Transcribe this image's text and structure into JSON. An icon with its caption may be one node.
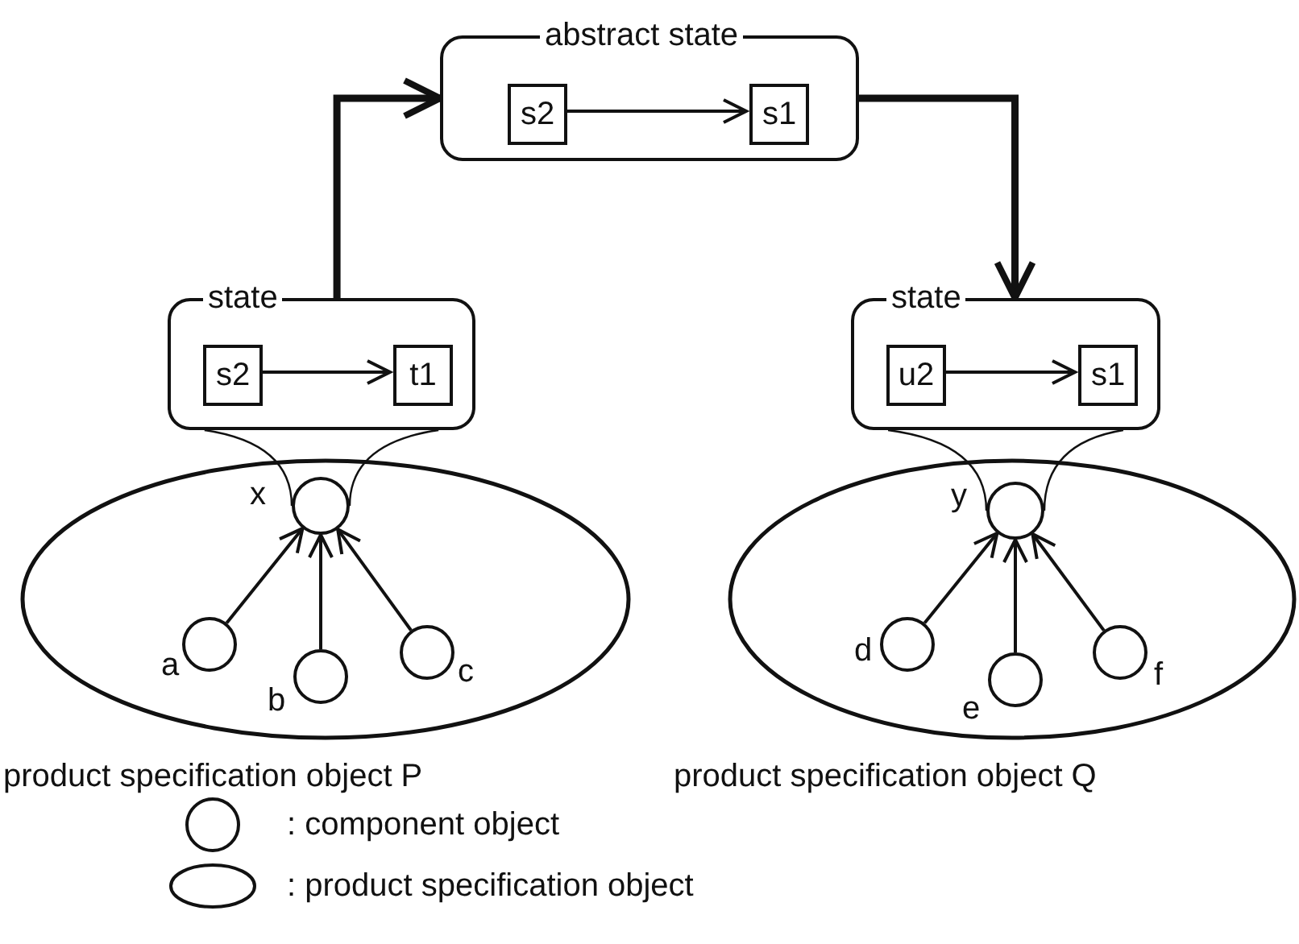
{
  "diagram": {
    "nodes": [
      {
        "text": [
          "abstract state"
        ]
      },
      {
        "text": [
          "s2"
        ],
        "in": 0
      },
      {
        "text": [
          "s1"
        ],
        "in": 0
      },
      {
        "text": [
          "state"
        ]
      },
      {
        "text": [
          "s2"
        ],
        "in": 3
      },
      {
        "text": [
          "t1"
        ],
        "in": 3
      },
      {
        "text": [
          "state"
        ]
      },
      {
        "text": [
          "u2"
        ],
        "in": 6
      },
      {
        "text": [
          "s1"
        ],
        "in": 6
      },
      {
        "text": [
          "product specification object P"
        ]
      },
      {
        "text": [],
        "shape": "circle",
        "beside": [
          "x"
        ],
        "in": 9
      },
      {
        "text": [],
        "shape": "circle",
        "beside": [
          "a"
        ],
        "in": 9
      },
      {
        "text": [],
        "shape": "circle",
        "beside": [
          "b"
        ],
        "in": 9
      },
      {
        "text": [],
        "shape": "circle",
        "beside": [
          "c"
        ],
        "in": 9
      },
      {
        "text": [
          "product specification object Q"
        ]
      },
      {
        "text": [],
        "shape": "circle",
        "beside": [
          "y"
        ],
        "in": 14
      },
      {
        "text": [],
        "shape": "circle",
        "beside": [
          "d"
        ],
        "in": 14
      },
      {
        "text": [],
        "shape": "circle",
        "beside": [
          "e"
        ],
        "in": 14
      },
      {
        "text": [],
        "shape": "circle",
        "beside": [
          "f"
        ],
        "in": 14
      }
    ],
    "edges": [
      {
        "from": 1,
        "to": 2,
        "arrow": "to"
      },
      {
        "from": 3,
        "to": 0,
        "arrow": "to",
        "style": "thick"
      },
      {
        "from": 0,
        "to": 6,
        "arrow": "to",
        "style": "thick"
      },
      {
        "from": 4,
        "to": 5,
        "arrow": "to"
      },
      {
        "from": 7,
        "to": 8,
        "arrow": "to"
      },
      {
        "from": 3,
        "to": 10,
        "arrow": "none"
      },
      {
        "from": 3,
        "to": 10,
        "arrow": "none"
      },
      {
        "from": 6,
        "to": 15,
        "arrow": "none"
      },
      {
        "from": 6,
        "to": 15,
        "arrow": "none"
      },
      {
        "from": 11,
        "to": 10,
        "arrow": "to"
      },
      {
        "from": 12,
        "to": 10,
        "arrow": "to"
      },
      {
        "from": 13,
        "to": 10,
        "arrow": "to"
      },
      {
        "from": 16,
        "to": 15,
        "arrow": "to"
      },
      {
        "from": 17,
        "to": 15,
        "arrow": "to"
      },
      {
        "from": 18,
        "to": 15,
        "arrow": "to"
      }
    ],
    "legend": [
      {
        "text": ": component object"
      },
      {
        "text": ": product specification object"
      }
    ]
  }
}
